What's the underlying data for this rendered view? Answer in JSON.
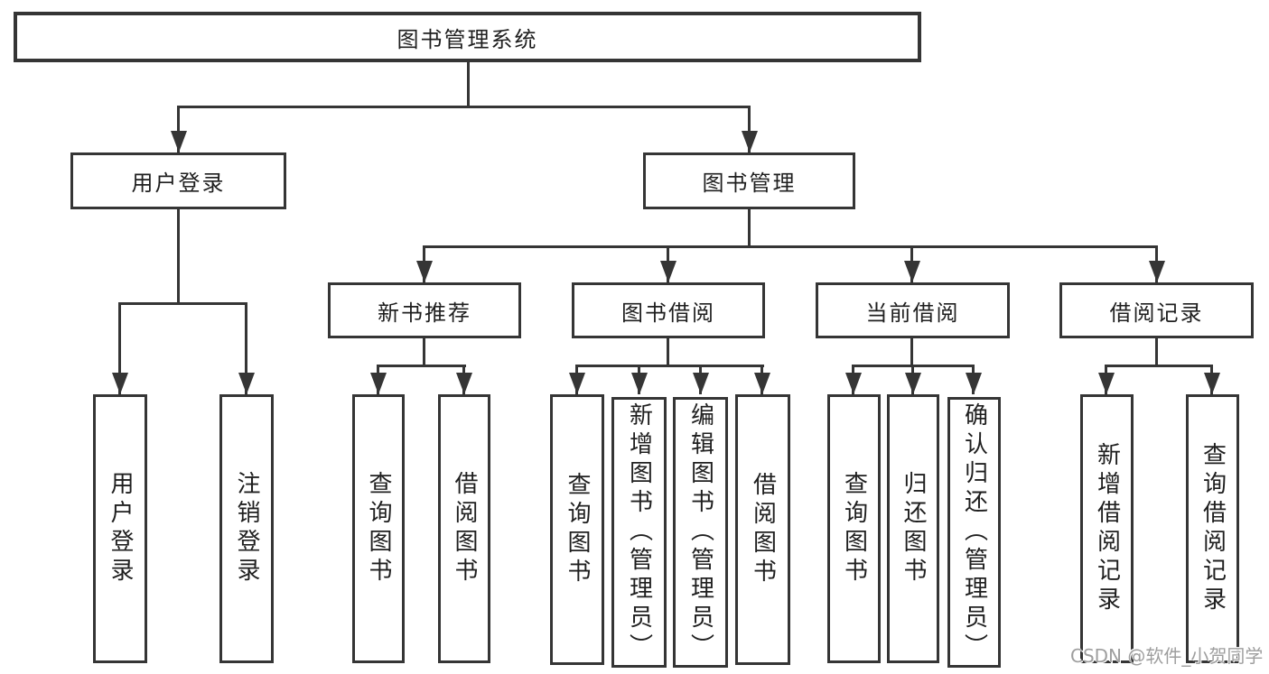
{
  "diagram": {
    "root": {
      "label": "图书管理系统"
    },
    "branches": [
      {
        "label": "用户登录",
        "children": [
          {
            "label": "用户登录"
          },
          {
            "label": "注销登录"
          }
        ]
      },
      {
        "label": "图书管理",
        "children": [
          {
            "label": "新书推荐",
            "children": [
              {
                "label": "查询图书"
              },
              {
                "label": "借阅图书"
              }
            ]
          },
          {
            "label": "图书借阅",
            "children": [
              {
                "label": "查询图书"
              },
              {
                "label": "新增图书（管理员）"
              },
              {
                "label": "编辑图书（管理员）"
              },
              {
                "label": "借阅图书"
              }
            ]
          },
          {
            "label": "当前借阅",
            "children": [
              {
                "label": "查询图书"
              },
              {
                "label": "归还图书"
              },
              {
                "label": "确认归还（管理员）"
              }
            ]
          },
          {
            "label": "借阅记录",
            "children": [
              {
                "label": "新增借阅记录"
              },
              {
                "label": "查询借阅记录"
              }
            ]
          }
        ]
      }
    ]
  },
  "watermark": {
    "text": "CSDN @软件_小贺同学"
  },
  "colors": {
    "line": "#353535",
    "text": "#1f1f1f",
    "watermark": "#9e9e9e",
    "background": "#ffffff"
  }
}
